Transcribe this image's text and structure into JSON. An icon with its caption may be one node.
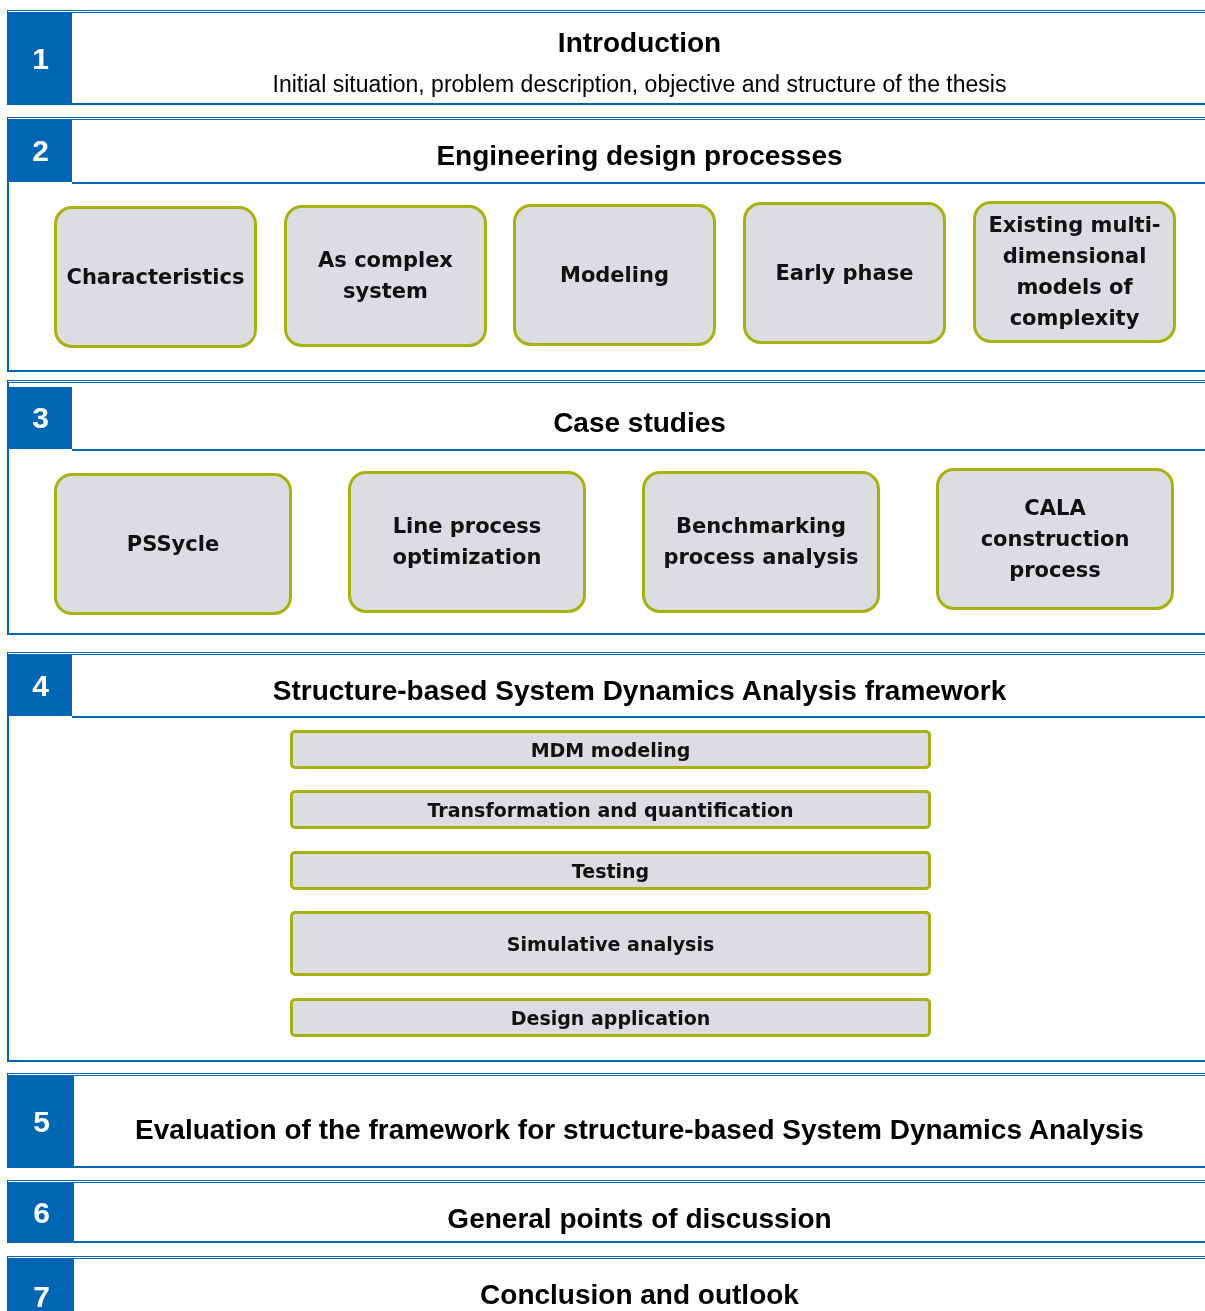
{
  "diagram": {
    "nodes": [
      {
        "text": [
          "Introduction",
          "Initial situation, problem description, objective and structure of the thesis"
        ]
      },
      {
        "text": [
          "1"
        ],
        "in": 0
      },
      {
        "text": [
          "Engineering design processes"
        ]
      },
      {
        "text": [
          "2"
        ],
        "in": 2
      },
      {
        "text": [
          "Characteristics"
        ],
        "in": 2
      },
      {
        "text": [
          "As complex system"
        ],
        "in": 2
      },
      {
        "text": [
          "Modeling"
        ],
        "in": 2
      },
      {
        "text": [
          "Early phase"
        ],
        "in": 2
      },
      {
        "text": [
          "Existing multi-dimensional models of complexity"
        ],
        "in": 2
      },
      {
        "text": [
          "Case studies"
        ]
      },
      {
        "text": [
          "3"
        ],
        "in": 9
      },
      {
        "text": [
          "PSSycle"
        ],
        "in": 9
      },
      {
        "text": [
          "Line process optimization"
        ],
        "in": 9
      },
      {
        "text": [
          "Benchmarking process analysis"
        ],
        "in": 9
      },
      {
        "text": [
          "CALA construction process"
        ],
        "in": 9
      },
      {
        "text": [
          "Structure-based System Dynamics Analysis framework"
        ]
      },
      {
        "text": [
          "4"
        ],
        "in": 15
      },
      {
        "text": [
          "MDM modeling"
        ],
        "in": 15
      },
      {
        "text": [
          "Transformation and quantification"
        ],
        "in": 15
      },
      {
        "text": [
          "Testing"
        ],
        "in": 15
      },
      {
        "text": [
          "Simulative analysis"
        ],
        "in": 15
      },
      {
        "text": [
          "Design application"
        ],
        "in": 15
      },
      {
        "text": [
          "Evaluation of the framework for structure-based System Dynamics Analysis"
        ]
      },
      {
        "text": [
          "5"
        ],
        "in": 22
      },
      {
        "text": [
          "General points of discussion"
        ]
      },
      {
        "text": [
          "6"
        ],
        "in": 24
      },
      {
        "text": [
          "Conclusion and outlook"
        ]
      },
      {
        "text": [
          "7"
        ],
        "in": 26
      }
    ]
  }
}
